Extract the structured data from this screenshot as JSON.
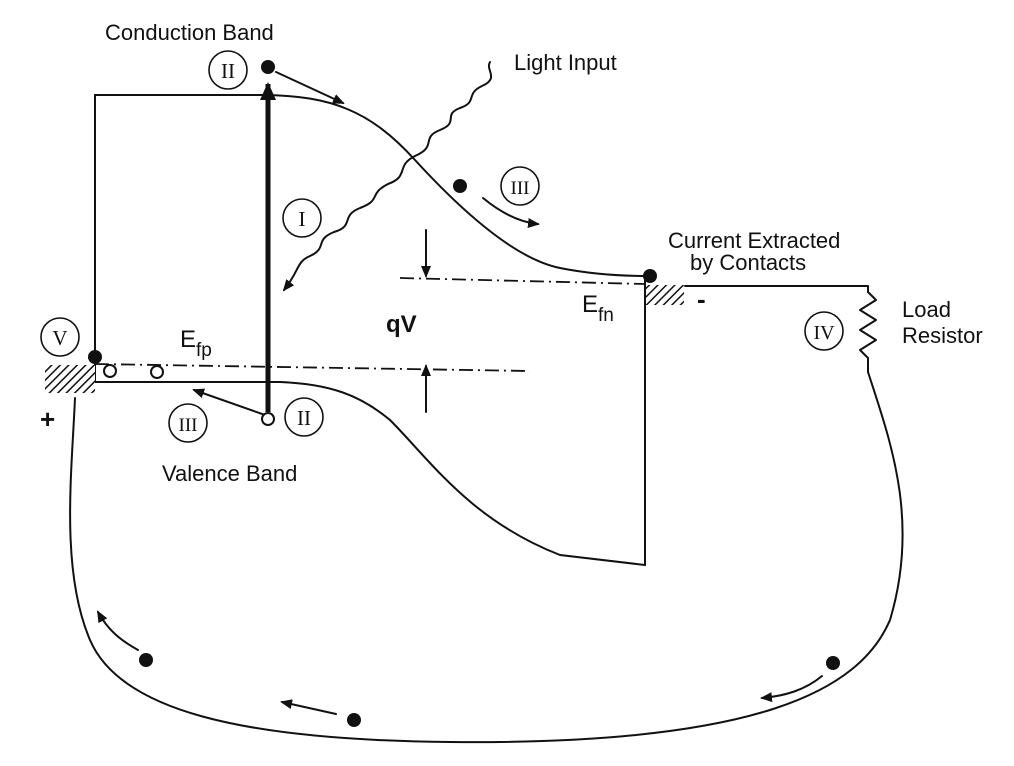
{
  "labels": {
    "conduction_band": "Conduction Band",
    "valence_band": "Valence Band",
    "light_input": "Light Input",
    "current_extracted_line1": "Current Extracted",
    "current_extracted_line2": "by Contacts",
    "load_line1": "Load",
    "load_line2": "Resistor",
    "qv": "qV",
    "efp_main": "E",
    "efp_sub": "fp",
    "efn_main": "E",
    "efn_sub": "fn",
    "plus": "+",
    "minus": "-"
  },
  "steps": {
    "I": "I",
    "II": "II",
    "III": "III",
    "IV": "IV",
    "V": "V"
  }
}
